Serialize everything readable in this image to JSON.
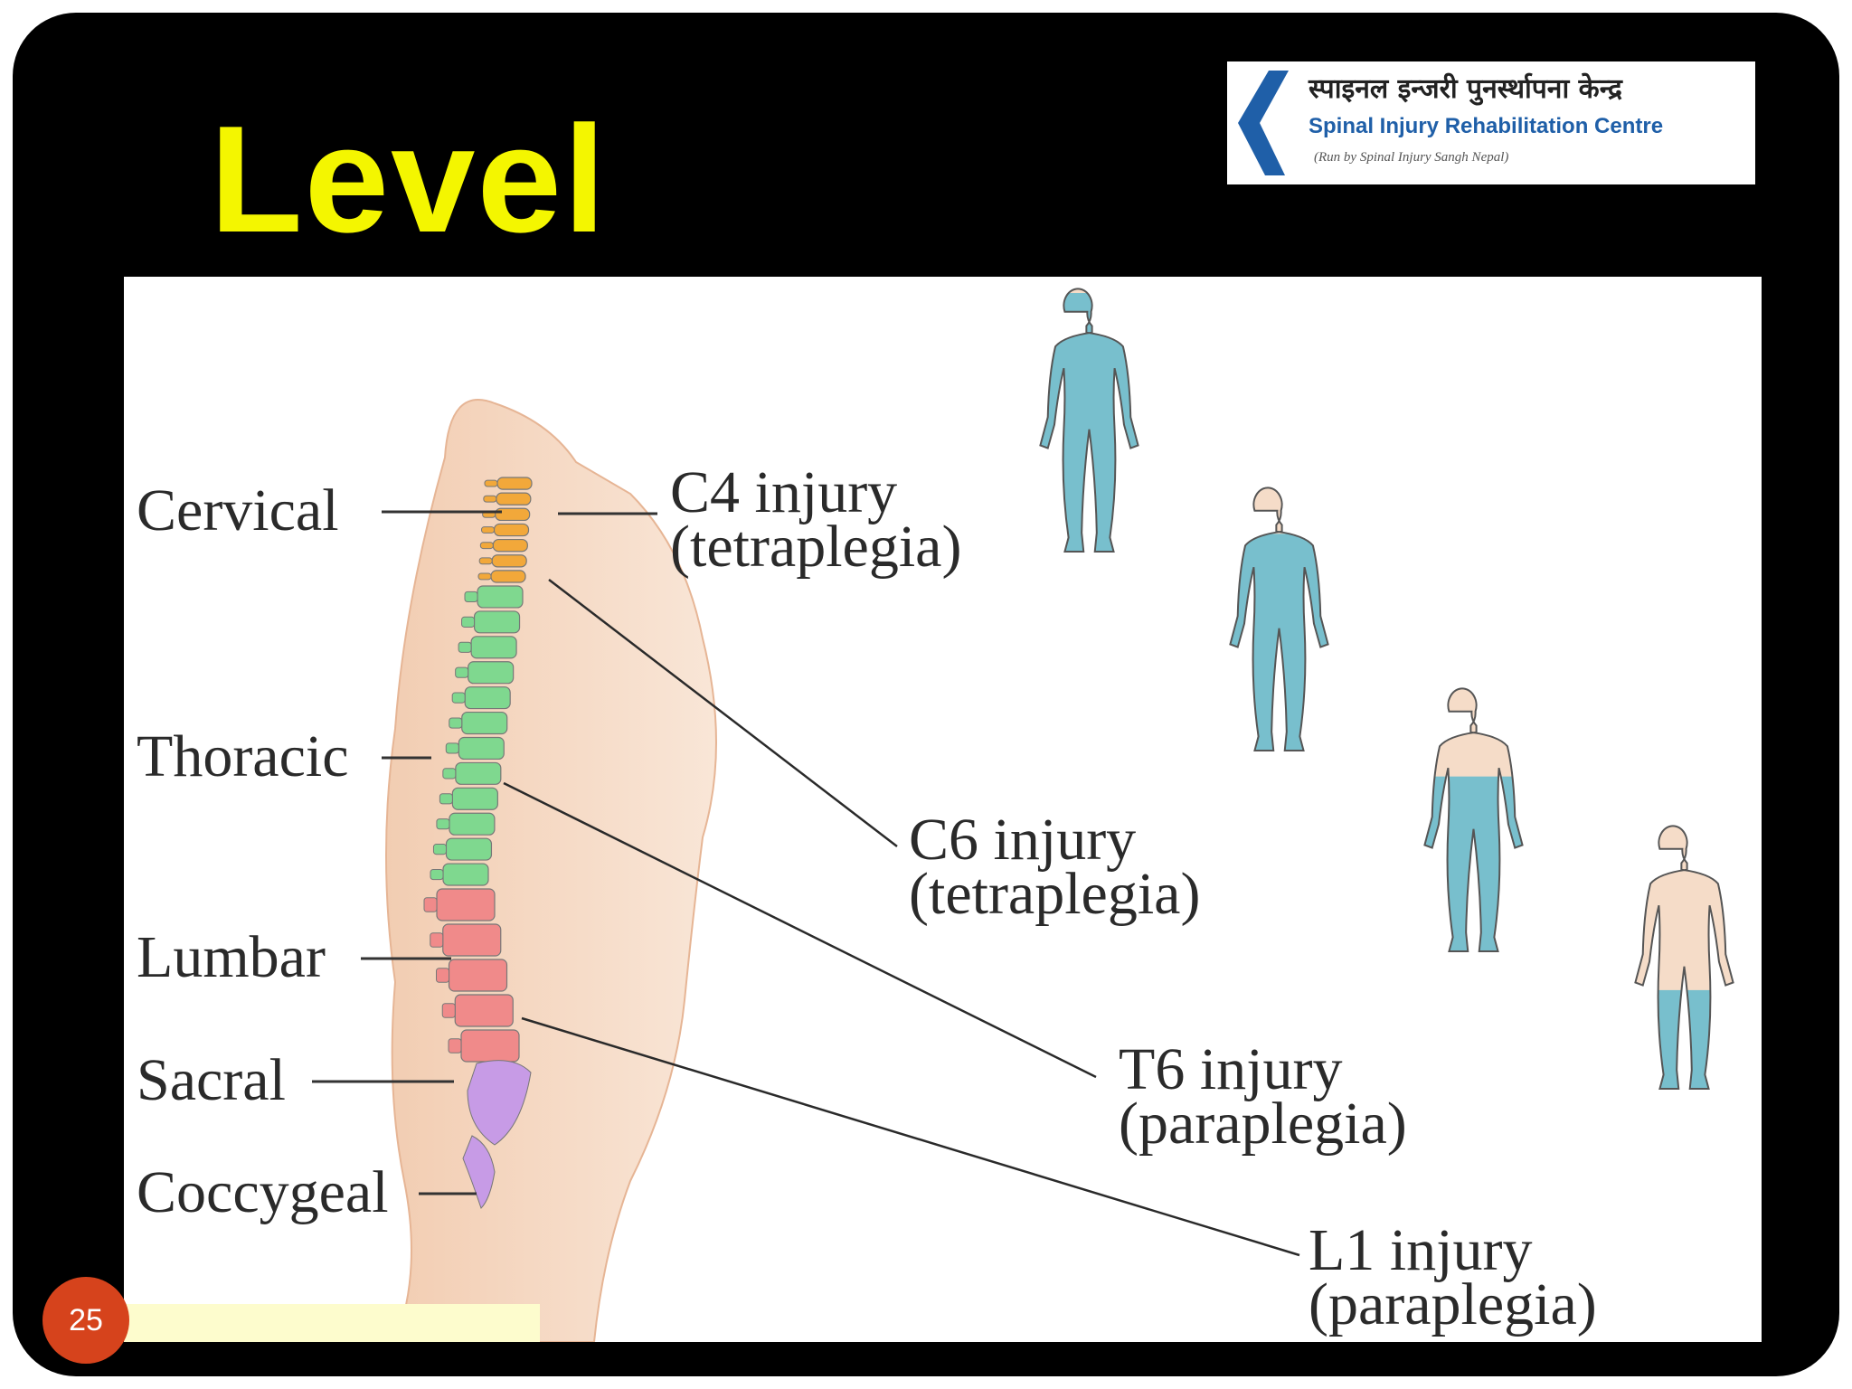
{
  "slide": {
    "title": "Level",
    "page_number": "25",
    "title_color": "#f4f600",
    "background_color": "#000000",
    "badge_color": "#d6431c"
  },
  "logo": {
    "hindi_text": "स्पाइनल इन्जरी पुनर्स्थापना केन्द्र",
    "english_text": "Spinal Injury Rehabilitation Centre",
    "subtitle": "(Run by Spinal Injury Sangh Nepal)",
    "brand_color": "#1f5fa8"
  },
  "figure": {
    "spine_regions": [
      {
        "label": "Cervical",
        "color": "#f2a83a"
      },
      {
        "label": "Thoracic",
        "color": "#7fd88f"
      },
      {
        "label": "Lumbar",
        "color": "#f08a8a"
      },
      {
        "label": "Sacral",
        "color": "#c79be6"
      },
      {
        "label": "Coccygeal",
        "color": "#c79be6"
      }
    ],
    "injuries": [
      {
        "level": "C4 injury",
        "type": "(tetraplegia)"
      },
      {
        "level": "C6 injury",
        "type": "(tetraplegia)"
      },
      {
        "level": "T6 injury",
        "type": "(paraplegia)"
      },
      {
        "level": "L1 injury",
        "type": "(paraplegia)"
      }
    ],
    "affected_color": "#78bfcd",
    "skin_color": "#f5dcc8"
  }
}
